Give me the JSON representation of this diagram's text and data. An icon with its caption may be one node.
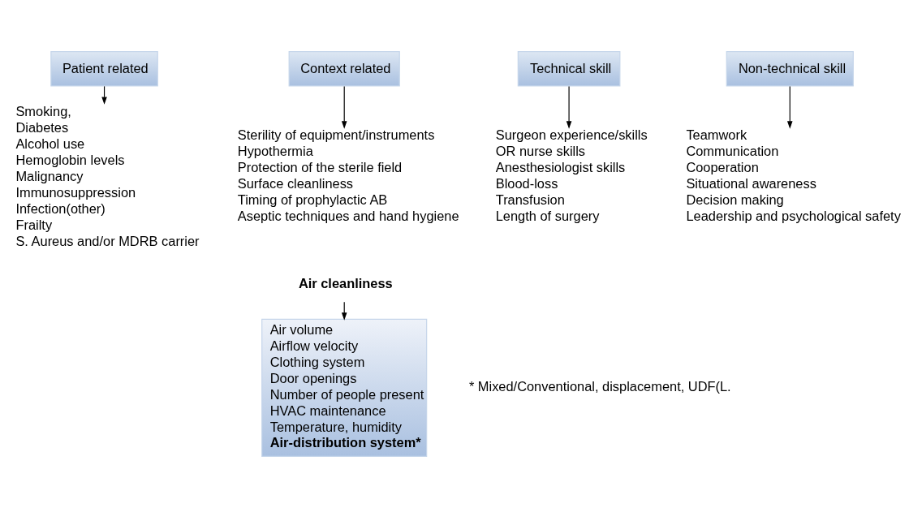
{
  "diagram": {
    "nodes": [
      {
        "text": [
          "Patient related"
        ]
      },
      {
        "text": [
          "Smoking,",
          "Diabetes",
          "Alcohol use",
          "Hemoglobin levels",
          "Malignancy",
          "Immunosuppression",
          "Infection(other)",
          "Frailty",
          "S. Aureus and/or MDRB carrier"
        ]
      },
      {
        "text": [
          "Context related"
        ]
      },
      {
        "text": [
          "Sterility of equipment/instruments",
          "Hypothermia",
          "Protection of the sterile field",
          "Surface cleanliness",
          "Timing of prophylactic AB",
          "Aseptic techniques and hand hygiene"
        ]
      },
      {
        "text": [
          "Air cleanliness"
        ]
      },
      {
        "text": [
          "Technical skill"
        ]
      },
      {
        "text": [
          "Surgeon experience/skills",
          "OR nurse skills",
          "Anesthesiologist skills",
          "Blood-loss",
          "Transfusion",
          "Length of surgery"
        ]
      },
      {
        "text": [
          "Non-technical skill"
        ]
      },
      {
        "text": [
          "Teamwork",
          "Communication",
          "Cooperation",
          "Situational awareness",
          "Decision making",
          "Leadership and psychological safety"
        ]
      },
      {
        "text": [
          "Air volume",
          "Airflow velocity",
          "Clothing system",
          "Door openings",
          "Number of people present",
          "HVAC maintenance",
          "Temperature, humidity",
          "Air-distribution system*"
        ],
        "beside": [
          "* Mixed/Conventional, displacement, UDF(L."
        ]
      }
    ],
    "edges": [
      {
        "from": 0,
        "to": 1,
        "arrow": "to"
      },
      {
        "from": 2,
        "to": 3,
        "arrow": "to"
      },
      {
        "from": 5,
        "to": 6,
        "arrow": "to"
      },
      {
        "from": 7,
        "to": 8,
        "arrow": "to"
      },
      {
        "from": 4,
        "to": 9,
        "arrow": "to"
      }
    ]
  }
}
